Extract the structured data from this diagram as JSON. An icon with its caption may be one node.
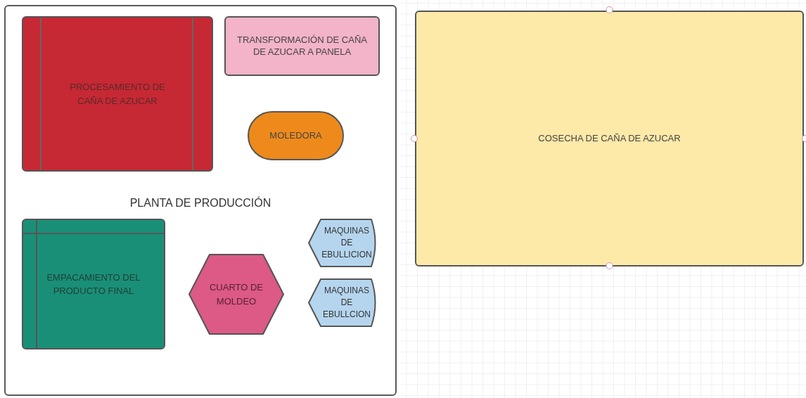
{
  "diagram": {
    "nodes": [
      {
        "text": [
          "PLANTA DE PRODUCCIÓN"
        ]
      },
      {
        "text": [
          "PROCESAMIENTO DE CAÑA DE AZUCAR"
        ],
        "in": 0
      },
      {
        "text": [
          "TRANSFORMACIÓN DE CAÑA DE AZUCAR A PANELA"
        ],
        "in": 0
      },
      {
        "text": [
          "MOLEDORA"
        ],
        "in": 0
      },
      {
        "text": [
          "EMPACAMIENTO DEL PRODUCTO FINAL"
        ],
        "in": 0
      },
      {
        "text": [
          "CUARTO DE MOLDEO"
        ],
        "in": 0
      },
      {
        "text": [
          "MAQUINAS DE EBULLICION"
        ],
        "in": 0
      },
      {
        "text": [
          "MAQUINAS DE EBULLCION"
        ],
        "in": 0
      },
      {
        "text": [
          "COSECHA DE CAÑA DE AZUCAR"
        ]
      }
    ]
  }
}
